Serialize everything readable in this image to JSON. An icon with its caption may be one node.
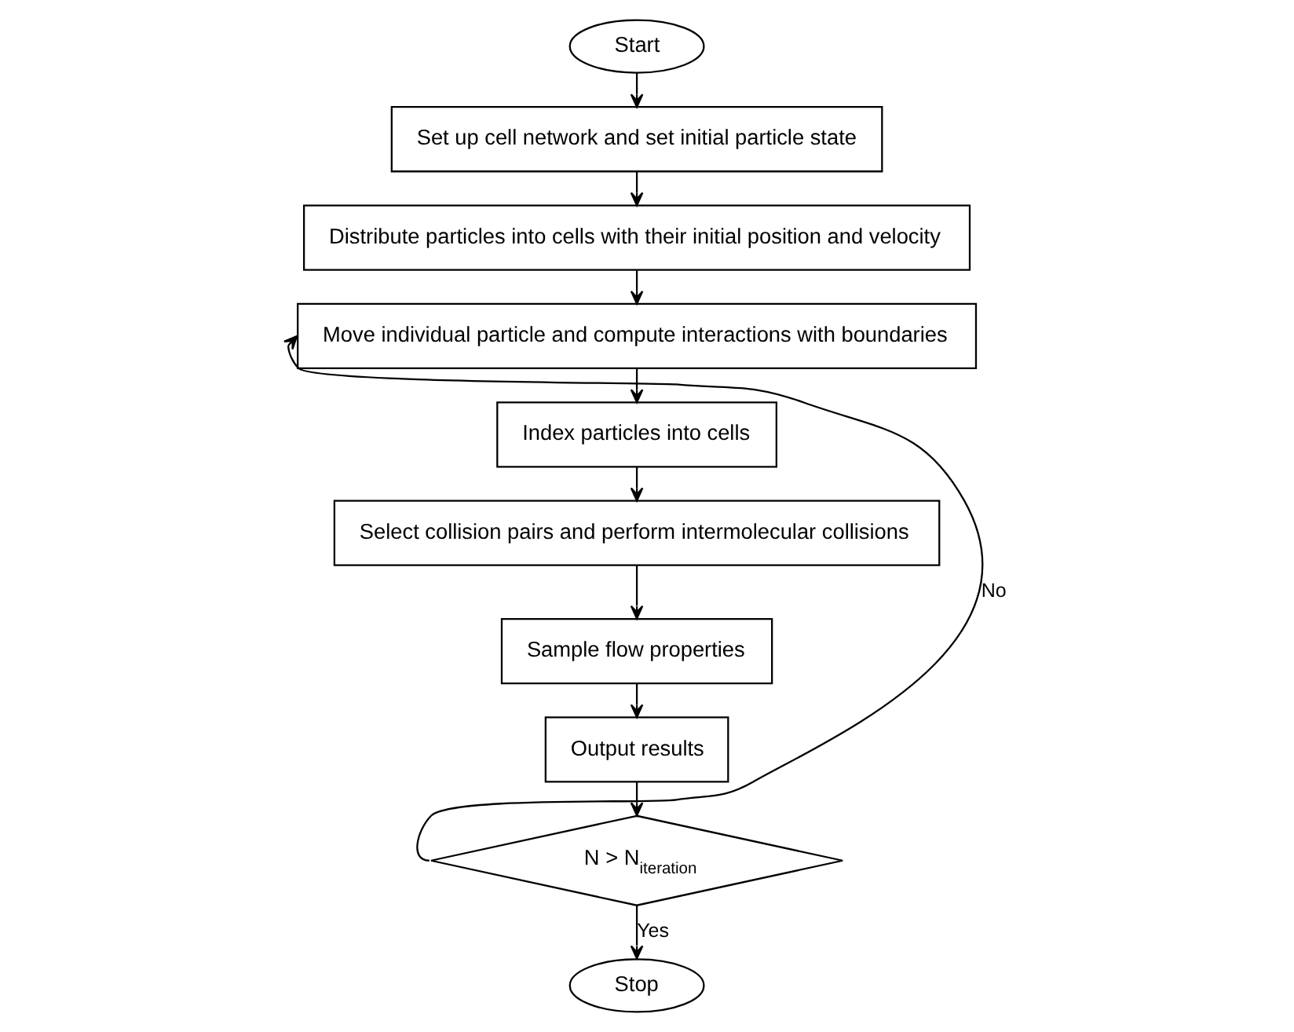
{
  "diagram": {
    "nodes": [
      {
        "text": [
          "Start"
        ]
      },
      {
        "text": [
          "Set up cell network and set initial particle state"
        ]
      },
      {
        "text": [
          "Distribute particles into cells with their initial position and velocity"
        ]
      },
      {
        "text": [
          "Move individual particle and compute interactions with boundaries"
        ]
      },
      {
        "text": [
          "Index particles into cells"
        ]
      },
      {
        "text": [
          "Select collision pairs and perform intermolecular collisions"
        ]
      },
      {
        "text": [
          "Sample flow properties"
        ]
      },
      {
        "text": [
          "Output results"
        ]
      },
      {
        "text": [
          "N > N$_{iteration}$"
        ]
      },
      {
        "text": [
          "Stop"
        ]
      }
    ],
    "edges": [
      {
        "from": 0,
        "to": 1,
        "arrow": "to"
      },
      {
        "from": 1,
        "to": 2,
        "arrow": "to"
      },
      {
        "from": 2,
        "to": 3,
        "arrow": "to"
      },
      {
        "from": 3,
        "to": 4,
        "arrow": "to"
      },
      {
        "from": 4,
        "to": 5,
        "arrow": "to"
      },
      {
        "from": 5,
        "to": 6,
        "arrow": "to"
      },
      {
        "from": 6,
        "to": 7,
        "arrow": "to"
      },
      {
        "from": 7,
        "to": 8,
        "arrow": "to"
      },
      {
        "from": 8,
        "to": 9,
        "arrow": "to",
        "label": "Yes"
      },
      {
        "from": 8,
        "to": 3,
        "arrow": "to",
        "label": "No"
      }
    ]
  }
}
